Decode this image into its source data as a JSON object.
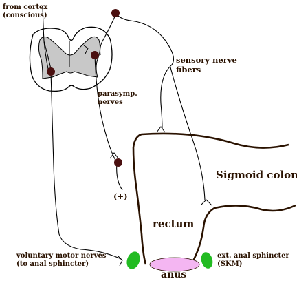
{
  "labels": {
    "from_cortex": [
      "from cortex",
      "(conscious)"
    ],
    "sensory_nerve_fibers": [
      "sensory nerve",
      "fibers"
    ],
    "parasymp_nerves": [
      "parasymp.",
      "nerves"
    ],
    "sigmoid_colon": "Sigmoid colon",
    "plus_sign": "(+)",
    "rectum": "rectum",
    "voluntary_motor_nerves": [
      "voluntary motor nerves",
      "(to anal sphincter)"
    ],
    "ext_anal_sphincter": [
      "ext. anal sphincter",
      "(SKM)"
    ],
    "anus": "anus"
  },
  "colors": {
    "gray_matter": "#c8c8c8",
    "nerve_line": "#000000",
    "colon_outline": "#2a1200",
    "neuron_body": "#4a0f0f",
    "sphincter_green": "#22bb22",
    "anus_pink": "#f4b6f2",
    "text": "#2a1200"
  }
}
